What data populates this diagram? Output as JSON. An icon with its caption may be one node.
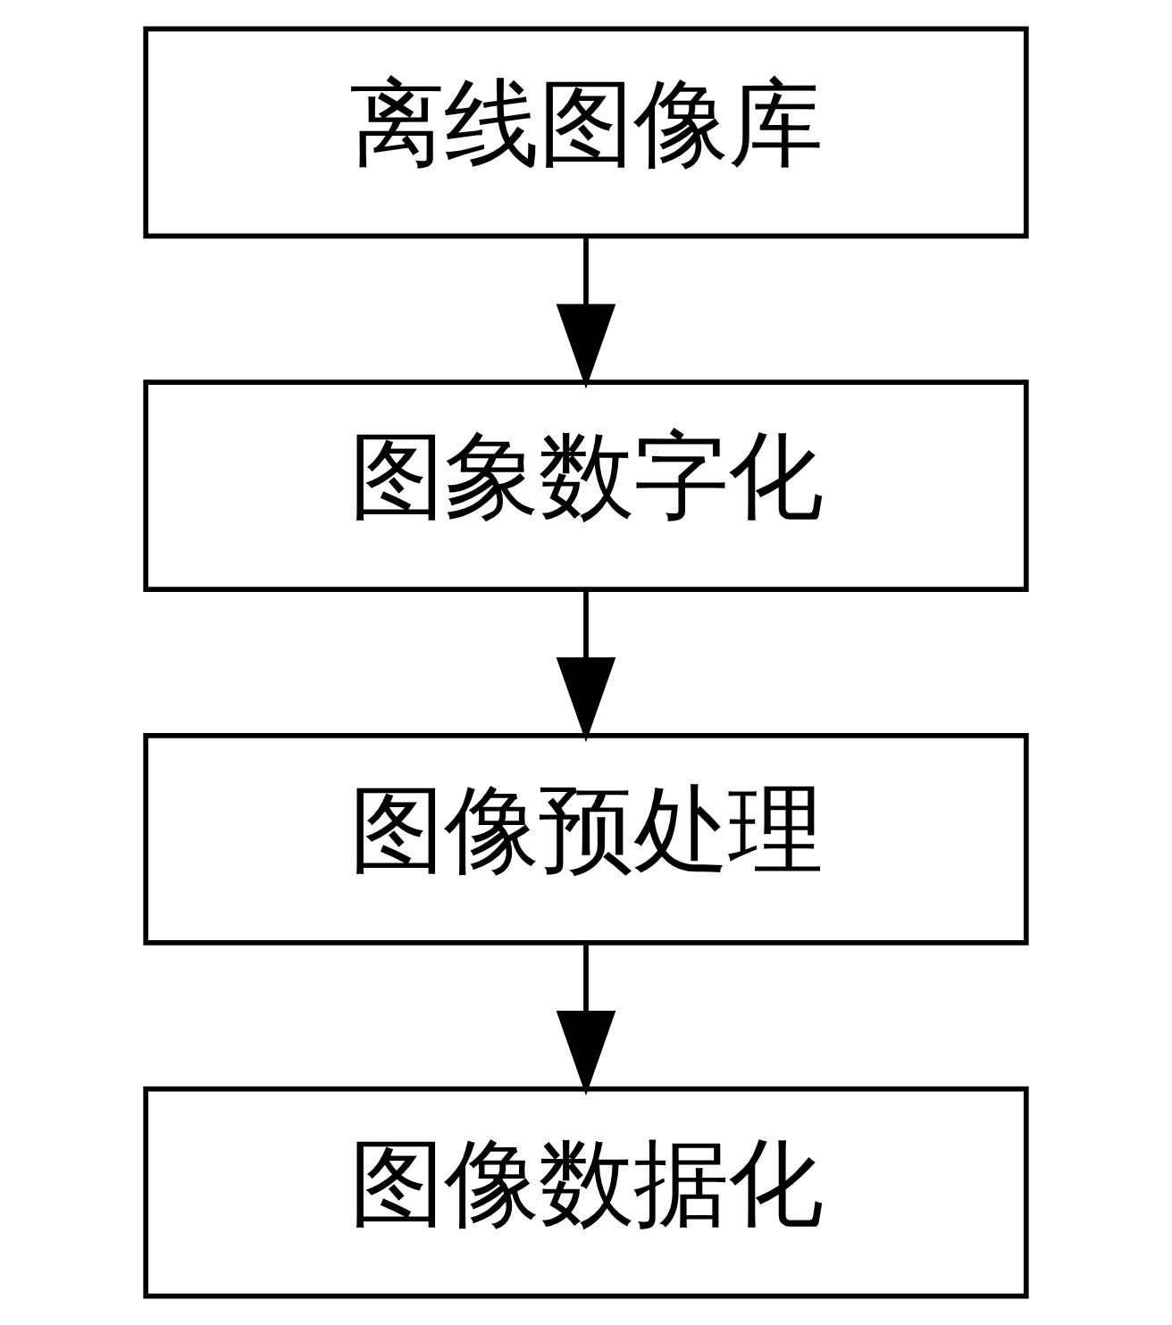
{
  "diagram": {
    "nodes": [
      {
        "text": [
          "离线图像库"
        ]
      },
      {
        "text": [
          "图象数字化"
        ]
      },
      {
        "text": [
          "图像预处理"
        ]
      },
      {
        "text": [
          "图像数据化"
        ]
      }
    ],
    "edges": [
      {
        "from": 0,
        "to": 1,
        "arrow": "to"
      },
      {
        "from": 1,
        "to": 2,
        "arrow": "to"
      },
      {
        "from": 2,
        "to": 3,
        "arrow": "to"
      }
    ]
  }
}
